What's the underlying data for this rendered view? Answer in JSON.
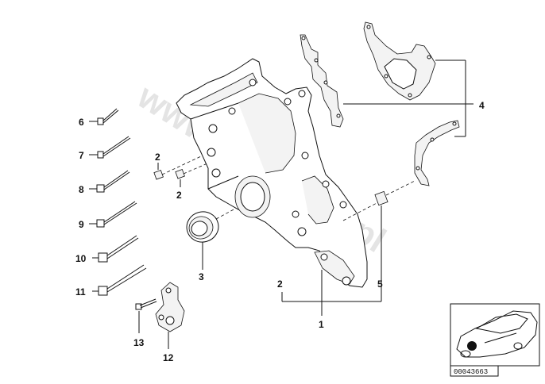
{
  "watermark": "www.BMWfoto.pl",
  "inset": {
    "code": "00043663"
  },
  "callouts": {
    "c1": "1",
    "c2a": "2",
    "c2b": "2",
    "c2c": "2",
    "c3": "3",
    "c4": "4",
    "c5": "5",
    "c6": "6",
    "c7": "7",
    "c8": "8",
    "c9": "9",
    "c10": "10",
    "c11": "11",
    "c12": "12",
    "c13": "13"
  }
}
